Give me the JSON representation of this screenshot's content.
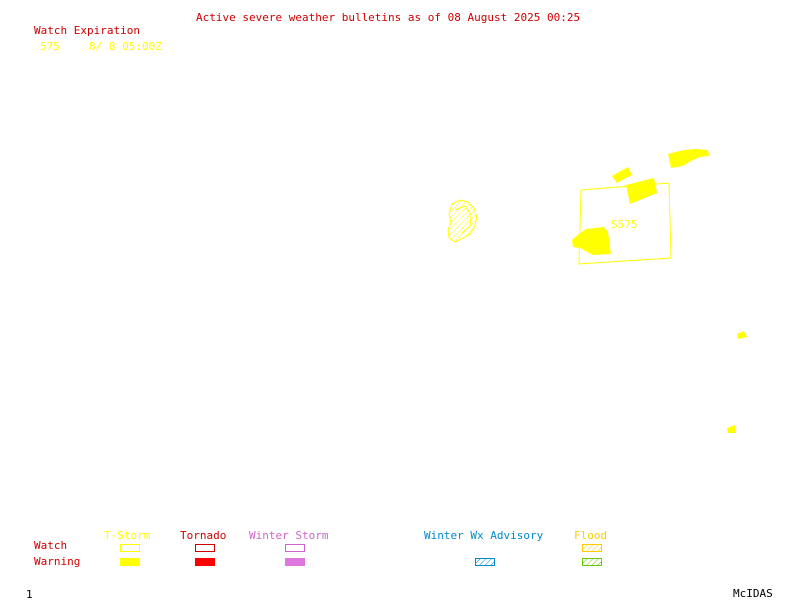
{
  "title": "Active severe weather bulletins as of 08 August 2025 00:25",
  "watch_expiration": {
    "heading": "Watch Expiration",
    "entries": [
      {
        "watch_number": "575",
        "expiration": "8/ 8 05:00Z"
      }
    ]
  },
  "map": {
    "watch_boxes": [
      {
        "label": "S575",
        "type": "T-Storm"
      }
    ]
  },
  "legend": {
    "row_labels": {
      "watch": "Watch",
      "warning": "Warning"
    },
    "categories": [
      {
        "name": "T-Storm",
        "color": "#ffff00",
        "watch_style": "outline",
        "warning_style": "filled"
      },
      {
        "name": "Tornado",
        "color": "#ff0000",
        "watch_style": "outline",
        "warning_style": "filled"
      },
      {
        "name": "Winter Storm",
        "color": "#cc66cc",
        "watch_style": "outline",
        "warning_style": "filled"
      },
      {
        "name": "Winter Wx Advisory",
        "color": "#0088cc",
        "watch_style": "none",
        "warning_style": "hatched"
      },
      {
        "name": "Flood",
        "color": "#ffcc00",
        "watch_style": "hatched",
        "warning_style": "hatched"
      }
    ]
  },
  "footer": {
    "frame_number": "1",
    "software": "McIDAS"
  },
  "colors": {
    "title": "#cc0000",
    "watch_text": "#ffff00",
    "tstorm": "#ffff00",
    "tornado": "#ff0000",
    "winter_storm": "#cc66cc",
    "winter_advisory": "#0088cc",
    "flood": "#ffcc00",
    "flood_warning": "#66cc00"
  }
}
